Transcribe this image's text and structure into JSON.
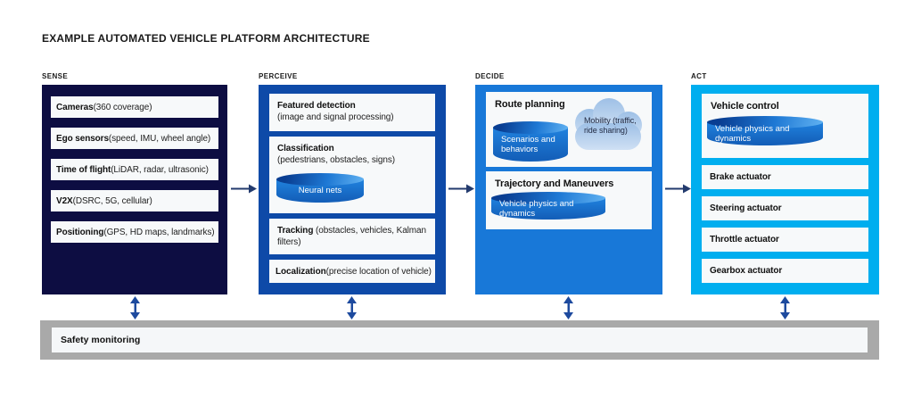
{
  "title": "EXAMPLE AUTOMATED VEHICLE PLATFORM ARCHITECTURE",
  "columns": {
    "sense": {
      "label": "SENSE",
      "items": [
        {
          "bold": "Cameras",
          "rest": " (360 coverage)"
        },
        {
          "bold": "Ego sensors",
          "rest": " (speed, IMU, wheel angle)"
        },
        {
          "bold": "Time of flight",
          "rest": " (LiDAR, radar, ultrasonic)"
        },
        {
          "bold": "V2X",
          "rest": " (DSRC, 5G, cellular)"
        },
        {
          "bold": "Positioning",
          "rest": " (GPS, HD maps, landmarks)"
        }
      ]
    },
    "perceive": {
      "label": "PERCEIVE",
      "items": [
        {
          "bold": "Featured detection",
          "rest": "(image and signal processing)"
        },
        {
          "bold": "Classification",
          "rest": "(pedestrians, obstacles, signs)",
          "cylinder": "Neural nets"
        },
        {
          "bold": "Tracking",
          "rest": " (obstacles, vehicles, Kalman filters)"
        },
        {
          "bold": "Localization",
          "rest": " (precise location of vehicle)"
        }
      ]
    },
    "decide": {
      "label": "DECIDE",
      "route": {
        "heading": "Route planning",
        "cylinder": "Scenarios and behaviors",
        "cloud": "Mobility (traffic, ride sharing)"
      },
      "trajectory": {
        "heading": "Trajectory and Maneuvers",
        "cylinder": "Vehicle physics and dynamics"
      }
    },
    "act": {
      "label": "ACT",
      "control": {
        "heading": "Vehicle control",
        "cylinder": "Vehicle physics and dynamics"
      },
      "actuators": [
        "Brake actuator",
        "Steering actuator",
        "Throttle actuator",
        "Gearbox actuator"
      ]
    }
  },
  "safety": {
    "label": "Safety monitoring"
  },
  "colors": {
    "sense_bg": "#0D0D42",
    "perceive_bg": "#0E4AA8",
    "decide_bg": "#1878D8",
    "act_bg": "#00AEEF",
    "box_bg": "#F7F9FA",
    "cylinder_blue": "#1C74D2",
    "cloud_fill": "#A9C7E9",
    "safety_gray": "#A9A9A9",
    "arrow_navy": "#233B6E",
    "arrow_blue": "#1D4A9E"
  }
}
